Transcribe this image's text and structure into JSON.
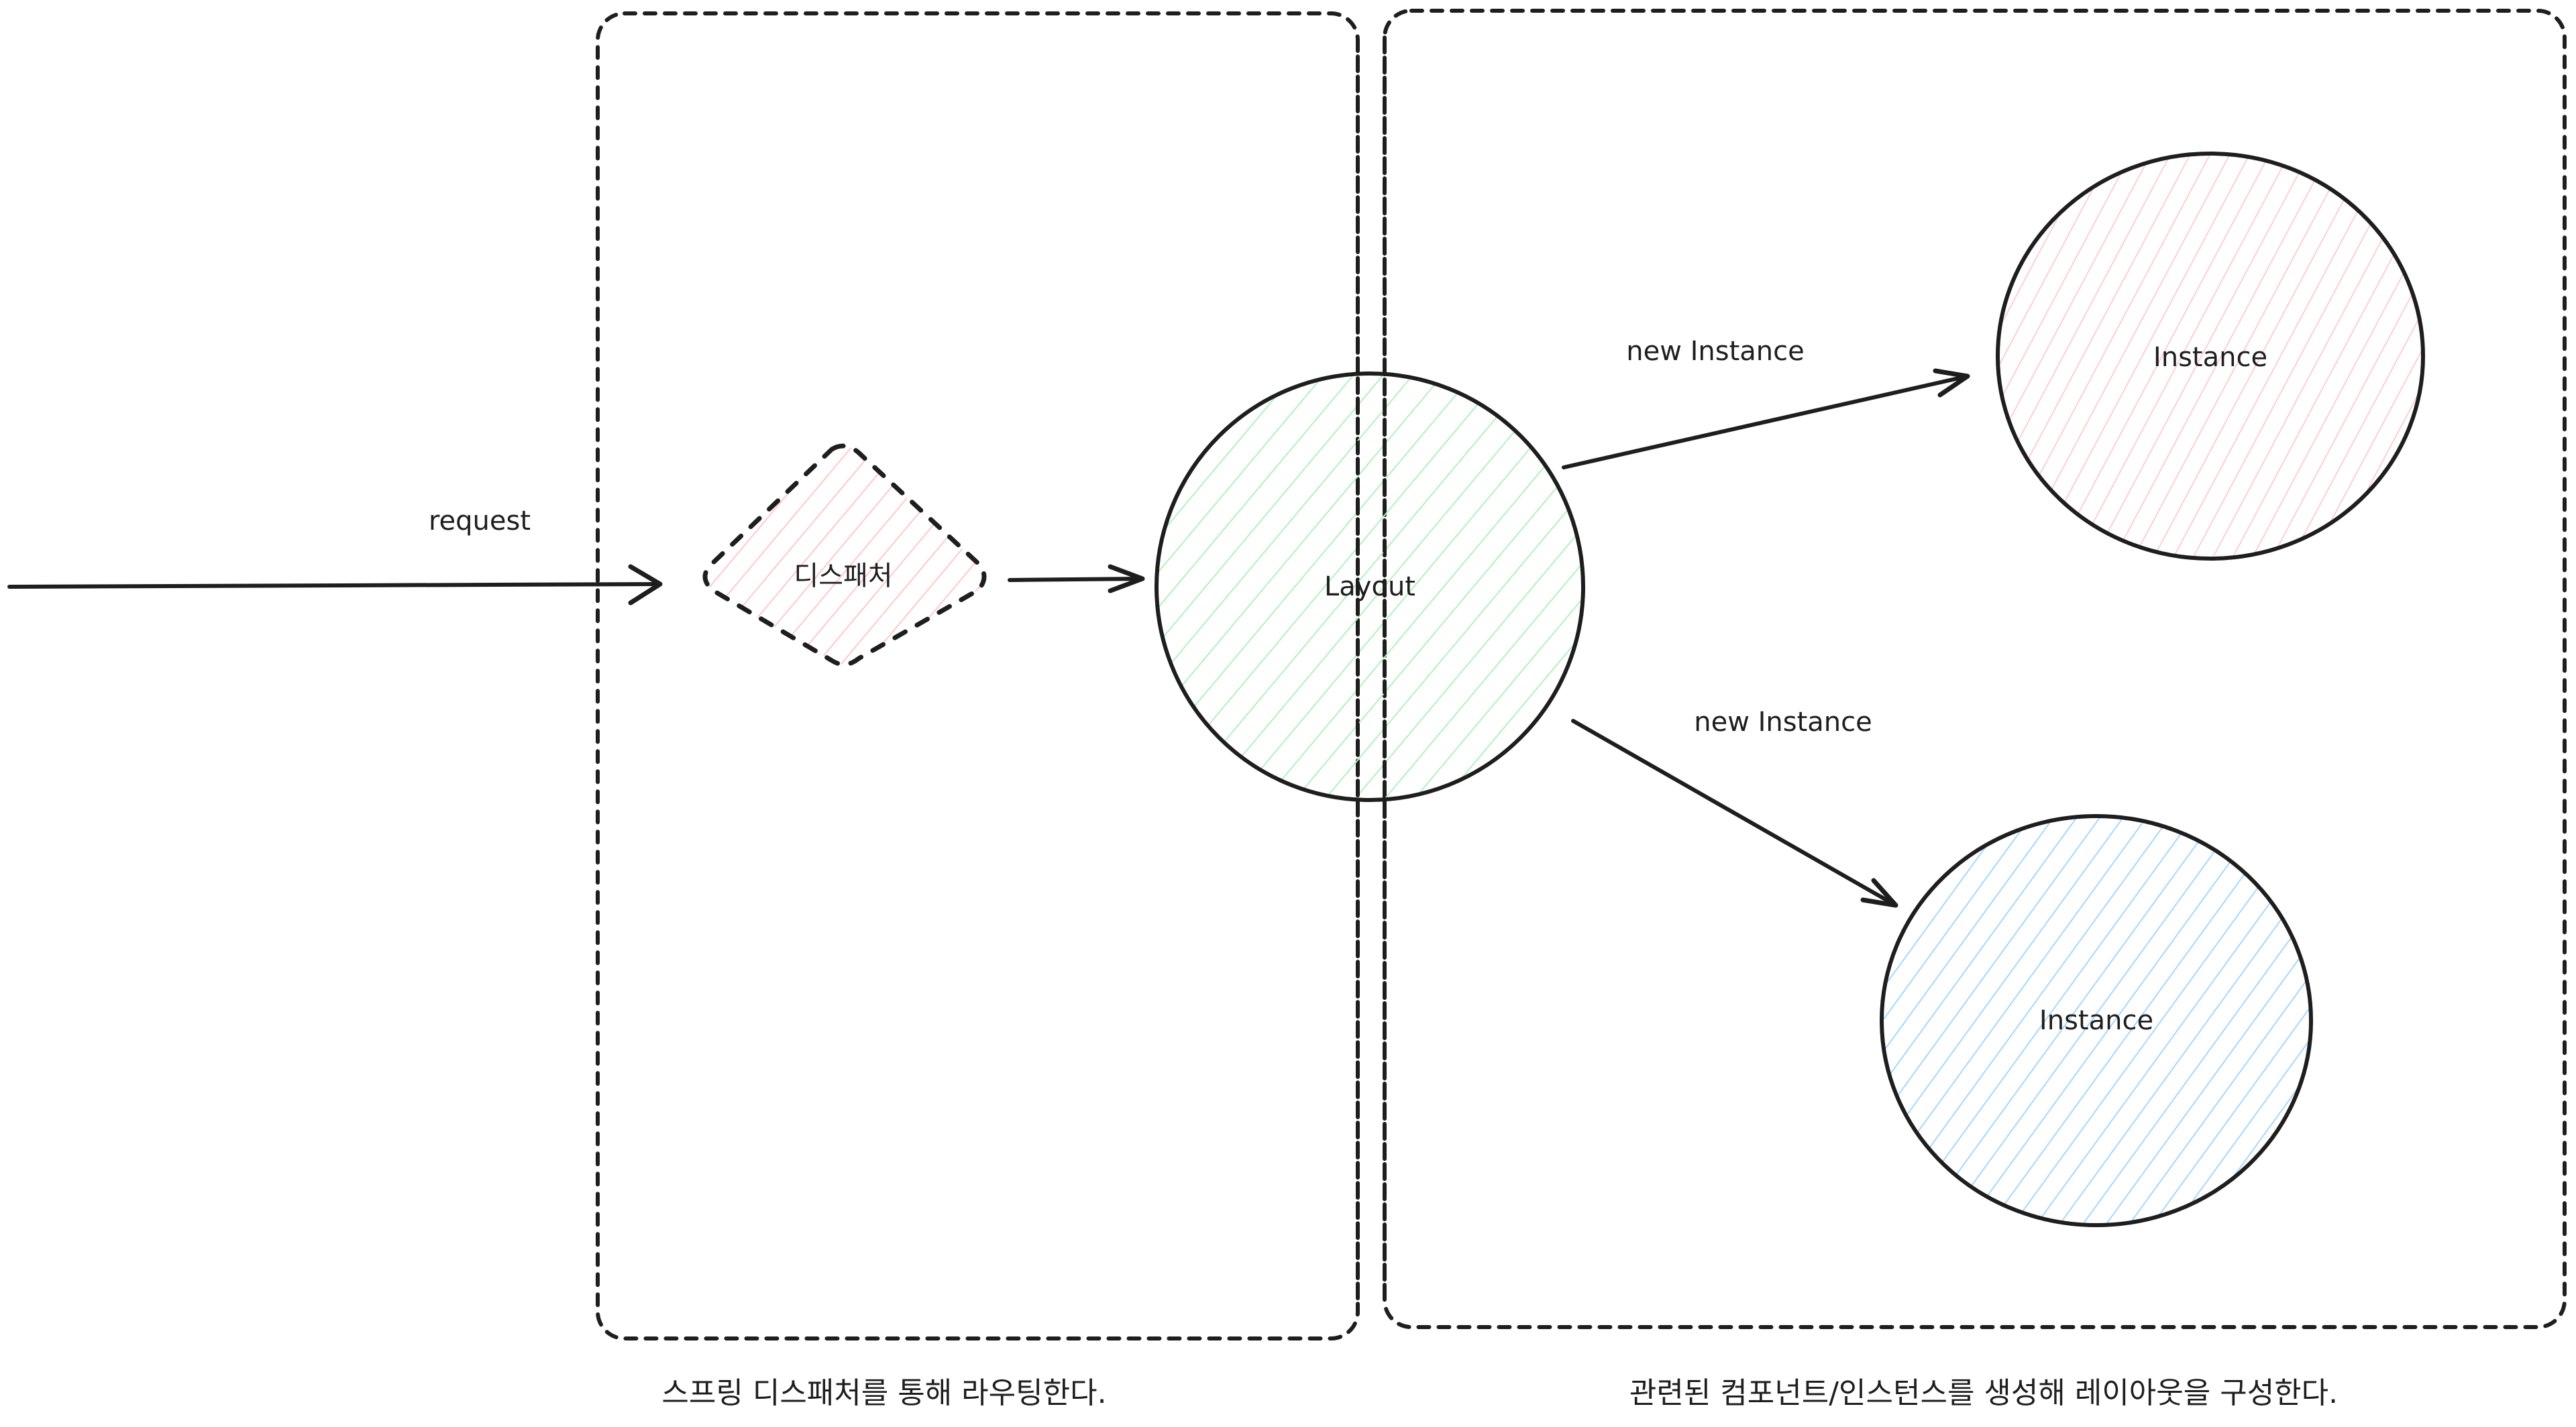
{
  "colors": {
    "stroke": "#1e1e1e",
    "dispatcher_hatch": "#ffc9c9",
    "layout_hatch": "#b2f2bb",
    "instance_top_hatch": "#ffc9c9",
    "instance_bottom_hatch": "#a5d8ff",
    "background": "#ffffff"
  },
  "groups": {
    "routing": {
      "caption": "스프링 디스패처를 통해 라우팅한다."
    },
    "layout": {
      "caption": "관련된 컴포넌트/인스턴스를 생성해 레이아웃을 구성한다."
    }
  },
  "nodes": {
    "dispatcher": {
      "label": "디스패처",
      "shape": "diamond",
      "border": "dashed"
    },
    "layout": {
      "label": "Layout",
      "shape": "circle",
      "border": "solid"
    },
    "instance_top": {
      "label": "Instance",
      "shape": "circle",
      "border": "solid"
    },
    "instance_bottom": {
      "label": "Instance",
      "shape": "circle",
      "border": "solid"
    }
  },
  "edges": {
    "request": {
      "label": "request",
      "from": "external",
      "to": "dispatcher"
    },
    "dispatch": {
      "label": "",
      "from": "dispatcher",
      "to": "layout"
    },
    "new_top": {
      "label": "new Instance",
      "from": "layout",
      "to": "instance_top"
    },
    "new_bottom": {
      "label": "new Instance",
      "from": "layout",
      "to": "instance_bottom"
    }
  }
}
